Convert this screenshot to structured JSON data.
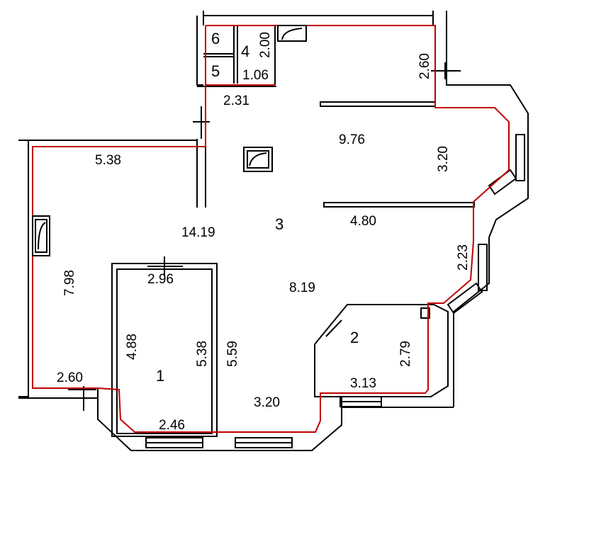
{
  "colors": {
    "wall": "#000000",
    "boundary": "#c00000",
    "background": "#ffffff"
  },
  "rooms": {
    "r1": "1",
    "r2": "2",
    "r3": "3",
    "r4": "4",
    "r5": "5",
    "r6": "6"
  },
  "dimensions": {
    "d_200": "2.00",
    "d_106": "1.06",
    "d_260_top": "2.60",
    "d_231": "2.31",
    "d_976": "9.76",
    "d_320_right": "3.20",
    "d_538_left": "5.38",
    "d_1419": "14.19",
    "d_480": "4.80",
    "d_223": "2.23",
    "d_798": "7.98",
    "d_296": "2.96",
    "d_819": "8.19",
    "d_488": "4.88",
    "d_538_room1": "5.38",
    "d_559": "5.59",
    "d_279": "2.79",
    "d_260_bottom": "2.60",
    "d_313": "3.13",
    "d_320_bottom": "3.20",
    "d_246": "2.46"
  },
  "icons": [
    "sink-icon",
    "sink-icon",
    "sink-icon"
  ]
}
